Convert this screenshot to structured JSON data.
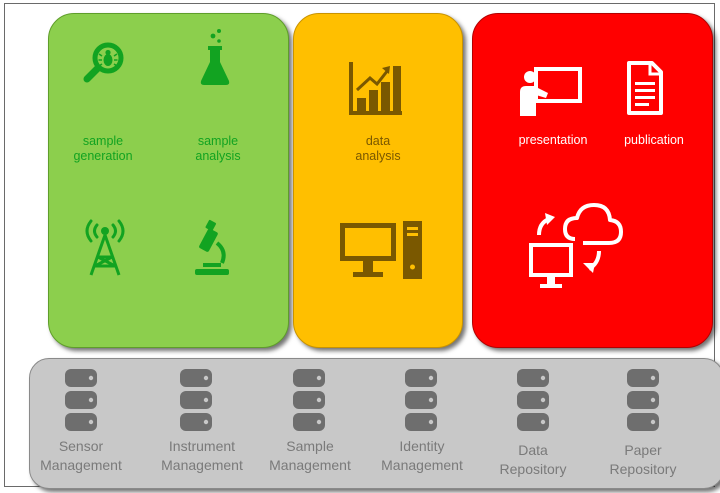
{
  "colors": {
    "generation_panel": "#8ccf4d",
    "analysis_panel": "#ffbf00",
    "dissemination_panel": "#ff0000",
    "storage_panel": "#c8c8c8",
    "generation_icon": "#12a321",
    "analysis_icon": "#7a5800",
    "dissemination_icon": "#ffffff",
    "storage_icon": "#6e6e6e"
  },
  "generation": {
    "items": [
      {
        "label": "sample\ngeneration",
        "icon": "magnifier-bug-icon"
      },
      {
        "label": "sample\nanalysis",
        "icon": "flask-icon"
      },
      {
        "label": "",
        "icon": "antenna-tower-icon"
      },
      {
        "label": "",
        "icon": "microscope-icon"
      }
    ]
  },
  "analysis": {
    "items": [
      {
        "label": "data\nanalysis",
        "icon": "bar-chart-icon"
      },
      {
        "label": "",
        "icon": "desktop-computer-icon"
      }
    ]
  },
  "dissemination": {
    "items": [
      {
        "label": "presentation",
        "icon": "presentation-icon"
      },
      {
        "label": "publication",
        "icon": "document-icon"
      },
      {
        "label": "",
        "icon": "cloud-sync-icon"
      }
    ]
  },
  "storage": {
    "items": [
      {
        "label": "Sensor\nManagement",
        "icon": "database-icon"
      },
      {
        "label": "Instrument\nManagement",
        "icon": "database-icon"
      },
      {
        "label": "Sample\nManagement",
        "icon": "database-icon"
      },
      {
        "label": "Identity\nManagement",
        "icon": "database-icon"
      },
      {
        "label": "Data\nRepository",
        "icon": "database-icon"
      },
      {
        "label": "Paper\nRepository",
        "icon": "database-icon"
      }
    ]
  }
}
